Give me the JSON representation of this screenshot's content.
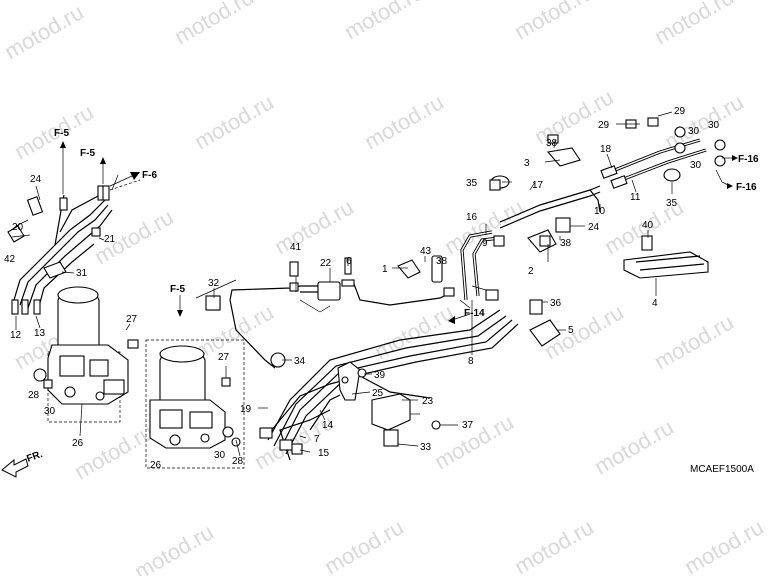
{
  "watermark": "motod.ru",
  "diagram_code": "MCAEF1500A",
  "front_arrow_label": "FR.",
  "refs": {
    "f5a": "F-5",
    "f5b": "F-5",
    "f6": "F-6",
    "f5c": "F-5",
    "f14": "F-14",
    "f16a": "F-16",
    "f16b": "F-16"
  },
  "callouts": [
    {
      "id": "c1",
      "text": "1"
    },
    {
      "id": "c2",
      "text": "2"
    },
    {
      "id": "c3",
      "text": "3"
    },
    {
      "id": "c4",
      "text": "4"
    },
    {
      "id": "c5",
      "text": "5"
    },
    {
      "id": "c6",
      "text": "6"
    },
    {
      "id": "c7",
      "text": "7"
    },
    {
      "id": "c8",
      "text": "8"
    },
    {
      "id": "c9",
      "text": "9"
    },
    {
      "id": "c10",
      "text": "10"
    },
    {
      "id": "c11",
      "text": "11"
    },
    {
      "id": "c12",
      "text": "12"
    },
    {
      "id": "c13",
      "text": "13"
    },
    {
      "id": "c14",
      "text": "14"
    },
    {
      "id": "c15",
      "text": "15"
    },
    {
      "id": "c16",
      "text": "16"
    },
    {
      "id": "c17",
      "text": "17"
    },
    {
      "id": "c18",
      "text": "18"
    },
    {
      "id": "c19",
      "text": "19"
    },
    {
      "id": "c20",
      "text": "20"
    },
    {
      "id": "c21",
      "text": "21"
    },
    {
      "id": "c22",
      "text": "22"
    },
    {
      "id": "c23",
      "text": "23"
    },
    {
      "id": "c24a",
      "text": "24"
    },
    {
      "id": "c24b",
      "text": "24"
    },
    {
      "id": "c25",
      "text": "25"
    },
    {
      "id": "c26a",
      "text": "26"
    },
    {
      "id": "c26b",
      "text": "26"
    },
    {
      "id": "c27a",
      "text": "27"
    },
    {
      "id": "c27b",
      "text": "27"
    },
    {
      "id": "c28a",
      "text": "28"
    },
    {
      "id": "c28b",
      "text": "28"
    },
    {
      "id": "c29a",
      "text": "29"
    },
    {
      "id": "c29b",
      "text": "29"
    },
    {
      "id": "c30a",
      "text": "30"
    },
    {
      "id": "c30b",
      "text": "30"
    },
    {
      "id": "c30c",
      "text": "30"
    },
    {
      "id": "c30d",
      "text": "30"
    },
    {
      "id": "c30e",
      "text": "30"
    },
    {
      "id": "c31",
      "text": "31"
    },
    {
      "id": "c32",
      "text": "32"
    },
    {
      "id": "c33",
      "text": "33"
    },
    {
      "id": "c34",
      "text": "34"
    },
    {
      "id": "c35a",
      "text": "35"
    },
    {
      "id": "c35b",
      "text": "35"
    },
    {
      "id": "c36",
      "text": "36"
    },
    {
      "id": "c37",
      "text": "37"
    },
    {
      "id": "c38a",
      "text": "38"
    },
    {
      "id": "c38b",
      "text": "38"
    },
    {
      "id": "c38c",
      "text": "38"
    },
    {
      "id": "c39",
      "text": "39"
    },
    {
      "id": "c40",
      "text": "40"
    },
    {
      "id": "c41",
      "text": "41"
    },
    {
      "id": "c42",
      "text": "42"
    },
    {
      "id": "c43",
      "text": "43"
    }
  ]
}
